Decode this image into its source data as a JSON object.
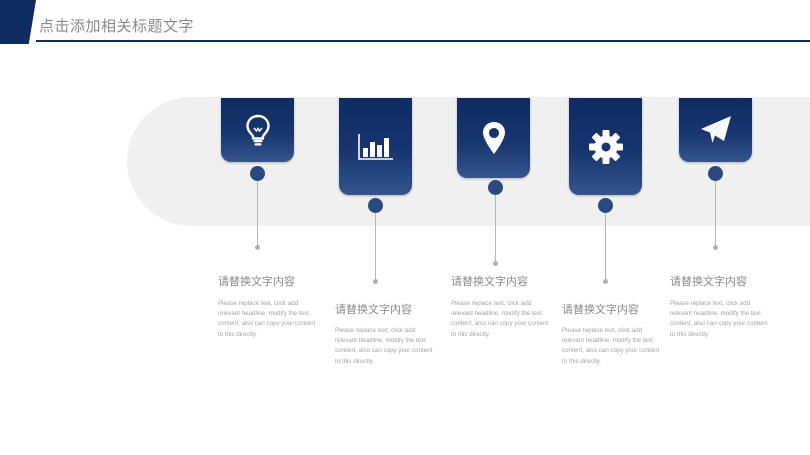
{
  "header": {
    "title": "点击添加相关标题文字"
  },
  "colors": {
    "accent": "#0f2b62",
    "dot": "#284a80",
    "band": "#f0f0f0"
  },
  "items": [
    {
      "icon": "lightbulb-icon",
      "title": "请替换文字内容",
      "body": "Please replace text, click add relevant headline, modify the text content, also can copy your content to this directly."
    },
    {
      "icon": "bar-chart-icon",
      "title": "请替换文字内容",
      "body": "Please replace text, click add relevant headline, modify the text content, also can copy your content to this directly."
    },
    {
      "icon": "map-pin-icon",
      "title": "请替换文字内容",
      "body": "Please replace text, click add relevant headline, modify the text content, also can copy your content to this directly."
    },
    {
      "icon": "gear-icon",
      "title": "请替换文字内容",
      "body": "Please replace text, click add relevant headline, modify the text content, also can copy your content to this directly."
    },
    {
      "icon": "paper-plane-icon",
      "title": "请替换文字内容",
      "body": "Please replace text, click add relevant headline, modify the text content, also can copy your content to this directly."
    }
  ]
}
